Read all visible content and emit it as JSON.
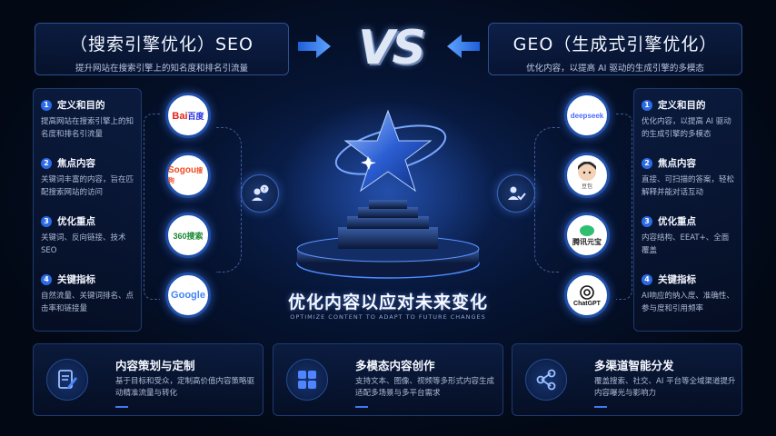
{
  "header": {
    "seo_title": "（搜索引擎优化）SEO",
    "seo_sub": "提升网站在搜索引擎上的知名度和排名引流量",
    "vs": "VS",
    "geo_title": "GEO（生成式引擎优化）",
    "geo_sub": "优化内容，以提高 AI 驱动的生成引擎的多模态"
  },
  "seo_items": [
    {
      "num": "1",
      "title": "定义和目的",
      "desc": "提高网站在搜索引擎上的知名度和排名引流量"
    },
    {
      "num": "2",
      "title": "焦点内容",
      "desc": "关键词丰富的内容，旨在匹配搜索网站的访问"
    },
    {
      "num": "3",
      "title": "优化重点",
      "desc": "关键词、反向链接、技术 SEO"
    },
    {
      "num": "4",
      "title": "关键指标",
      "desc": "自然流量、关键词排名、点击率和链接量"
    }
  ],
  "geo_items": [
    {
      "num": "1",
      "title": "定义和目的",
      "desc": "优化内容，以提高 AI 驱动的生成引擎的多模态"
    },
    {
      "num": "2",
      "title": "焦点内容",
      "desc": "直接、可扫描的答案，轻松解释并能对话互动"
    },
    {
      "num": "3",
      "title": "优化重点",
      "desc": "内容结构、EEAT+、全面覆盖"
    },
    {
      "num": "4",
      "title": "关键指标",
      "desc": "AI响应的纳入度、准确性、参与度和引用频率"
    }
  ],
  "seo_logos": {
    "baidu_a": "Bai",
    "baidu_b": "百度",
    "sogou_a": "Sogou",
    "sogou_b": "搜狗",
    "s360": "360搜索",
    "google": "Google"
  },
  "geo_logos": {
    "deepseek": "deepseek",
    "doubao": "豆包",
    "yuanbao": "腾讯元宝",
    "chatgpt": "ChatGPT"
  },
  "center": {
    "title": "优化内容以应对未来变化",
    "subtitle": "OPTIMIZE CONTENT TO ADAPT TO FUTURE CHANGES"
  },
  "cards": [
    {
      "title": "内容策划与定制",
      "desc": "基于目标和受众，定制高价值内容策略驱动精准流量与转化",
      "icon": "document-edit-icon"
    },
    {
      "title": "多模态内容创作",
      "desc": "支持文本、图像、视频等多形式内容生成适配多场景与多平台需求",
      "icon": "grid-apps-icon"
    },
    {
      "title": "多渠道智能分发",
      "desc": "覆盖搜索、社交、AI 平台等全域渠道提升内容曝光与影响力",
      "icon": "share-nodes-icon"
    }
  ],
  "colors": {
    "accent": "#2b6be6",
    "background": "#061433"
  }
}
